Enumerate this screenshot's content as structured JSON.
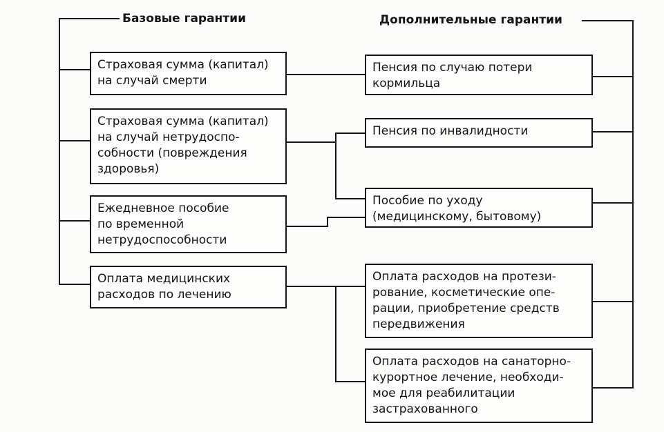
{
  "headers": {
    "base": "Базовые гарантии",
    "extra": "Дополнительные гарантии"
  },
  "base_guarantees": [
    {
      "id": "b1",
      "text": "Страховая сумма (капитал)\nна случай смерти"
    },
    {
      "id": "b2",
      "text": "Страховая сумма (капитал)\nна случай нетрудоспо-\nсобности (повреждения\nздоровья)"
    },
    {
      "id": "b3",
      "text": "Ежедневное пособие\nпо временной\nнетрудоспособности"
    },
    {
      "id": "b4",
      "text": "Оплата медицинских\nрасходов по лечению"
    }
  ],
  "additional_guarantees": [
    {
      "id": "a1",
      "text": "Пенсия по случаю потери\nкормильца"
    },
    {
      "id": "a2",
      "text": "Пенсия по инвалидности"
    },
    {
      "id": "a3",
      "text": "Пособие по уходу\n(медицинскому, бытовому)"
    },
    {
      "id": "a4",
      "text": "Оплата расходов на протези-\nрование, косметические опе-\nрации, приобретение средств\nпередвижения"
    },
    {
      "id": "a5",
      "text": "Оплата расходов на санаторно-\nкурортное лечение, необходи-\nмое для реабилитации\nзастрахованного"
    }
  ],
  "connections": [
    {
      "from": "b1",
      "to": "a1"
    },
    {
      "from": "b2",
      "to": "a2"
    },
    {
      "from": "b2",
      "to": "a3"
    },
    {
      "from": "b3",
      "to": "a3"
    },
    {
      "from": "b4",
      "to": "a4"
    },
    {
      "from": "b4",
      "to": "a5"
    }
  ]
}
